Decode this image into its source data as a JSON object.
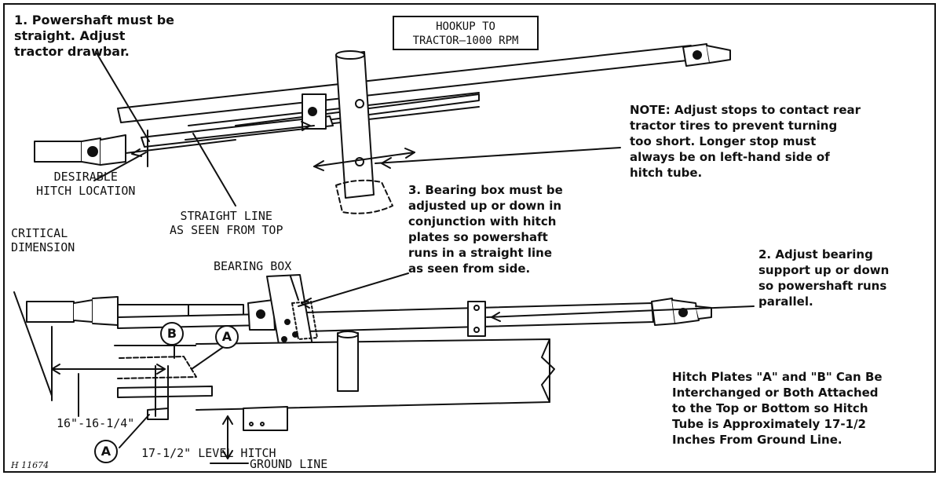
{
  "title": {
    "line1": "HOOKUP TO",
    "line2": "TRACTOR—1000 RPM"
  },
  "notes": {
    "note1": "1.  Powershaft must be\nstraight.  Adjust\ntractor drawbar.",
    "note_stops": "NOTE: Adjust stops to contact rear\ntractor tires to prevent turning\ntoo short. Longer stop must\nalways be on left-hand side of\nhitch tube.",
    "note3": "3.  Bearing box must be\nadjusted up or down in\nconjunction with hitch\nplates so powershaft\nruns in a straight line\nas seen from side.",
    "note2": "2.  Adjust bearing\nsupport up or down\nso powershaft runs\nparallel.",
    "hitch_plates": "Hitch Plates \"A\" and \"B\" Can Be\nInterchanged or Both Attached\nto the Top or Bottom so Hitch\nTube is Approximately 17-1/2\nInches From Ground Line."
  },
  "labels": {
    "desirable_hitch": "DESIRABLE\nHITCH LOCATION",
    "straight_line": "STRAIGHT LINE\nAS SEEN FROM TOP",
    "critical_dimension": "CRITICAL\nDIMENSION",
    "bearing_box": "BEARING BOX",
    "dim_16": "16\"-16-1/4\"",
    "level_hitch": "17-1/2\" LEVEL HITCH",
    "ground_line": "GROUND LINE",
    "figure_id": "H 11674"
  },
  "callouts": {
    "a_upper": "A",
    "b": "B",
    "a_lower": "A"
  }
}
